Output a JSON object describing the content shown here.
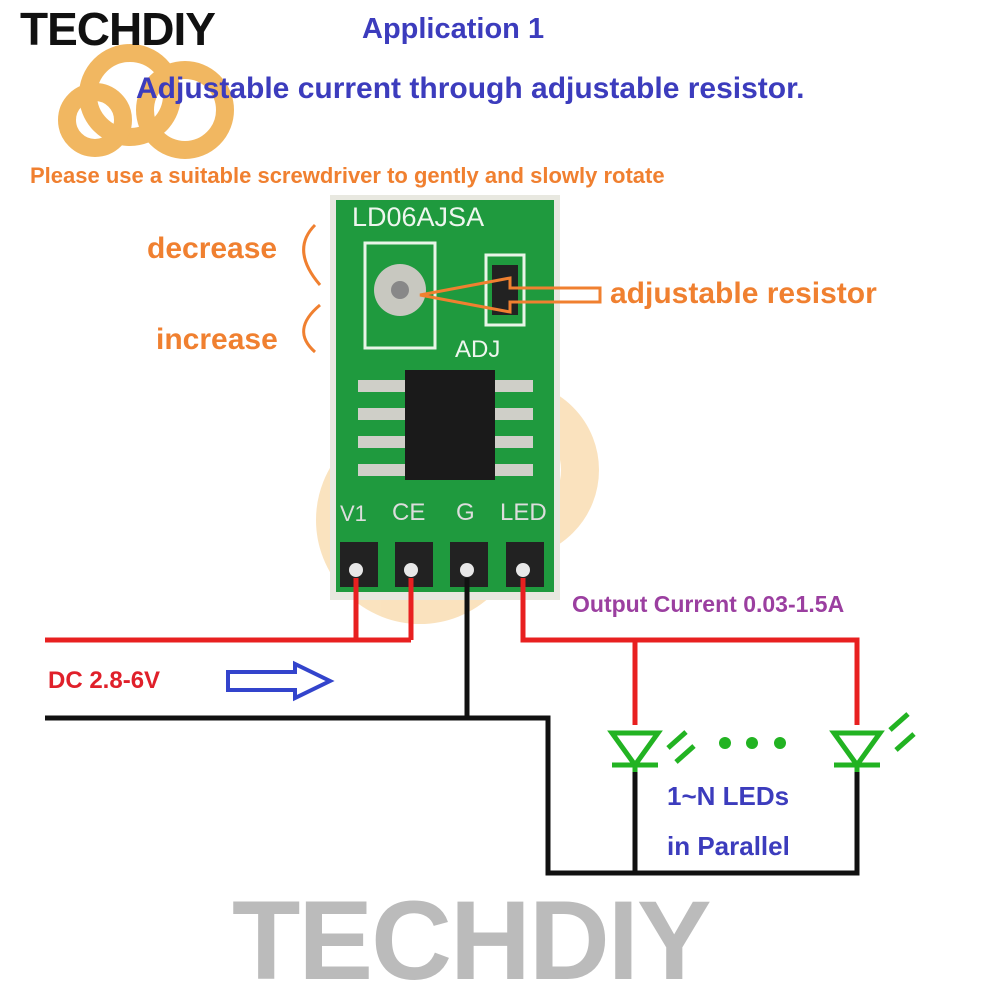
{
  "title": "Application 1",
  "subtitle": "Adjustable current through adjustable resistor.",
  "instruction": "Please use a suitable screwdriver to gently and slowly rotate",
  "logo_text": "TECHDIY",
  "watermark_text": "TECHDIY",
  "board": {
    "model": "LD06AJSA",
    "adj_label": "ADJ",
    "pins": [
      "V1",
      "CE",
      "G",
      "LED"
    ]
  },
  "labels": {
    "decrease": "decrease",
    "increase": "increase",
    "adjustable_resistor": "adjustable resistor",
    "output_current": "Output Current 0.03-1.5A",
    "input_voltage": "DC 2.8-6V",
    "leds_line1": "1~N LEDs",
    "leds_line2": "in Parallel"
  },
  "colors": {
    "title": "#3c3cbd",
    "note": "#f08030",
    "output": "#9b3fa0",
    "input": "#e0202a",
    "pcb": "#1f9a3e",
    "led": "#22b322",
    "wire_pos": "#e82020",
    "wire_neg": "#111111"
  }
}
